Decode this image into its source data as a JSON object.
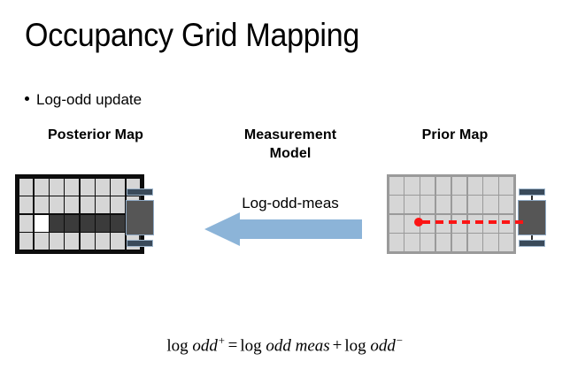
{
  "slide": {
    "title": "Occupancy Grid Mapping",
    "bullet": {
      "marker": "bullet-dot",
      "text": "Log-odd update"
    }
  },
  "headings": {
    "posterior": "Posterior Map",
    "measurement_line1": "Measurement",
    "measurement_line2": "Model",
    "prior": "Prior Map"
  },
  "arrow": {
    "label": "Log-odd-meas",
    "direction": "left",
    "color": "#8cb4d8"
  },
  "posterior_map": {
    "columns": 8,
    "rows": 4,
    "border_color": "#0d0d0d",
    "unknown_color": "#d6d6d6",
    "free_color": "#ffffff",
    "occupied_color": "#3b3b3b",
    "cells": [
      [
        "unknown",
        "unknown",
        "unknown",
        "unknown",
        "unknown",
        "unknown",
        "unknown",
        "unknown"
      ],
      [
        "unknown",
        "unknown",
        "unknown",
        "unknown",
        "unknown",
        "unknown",
        "unknown",
        "unknown"
      ],
      [
        "unknown",
        "free",
        "occ",
        "occ",
        "occ",
        "occ",
        "occ",
        "occ"
      ],
      [
        "unknown",
        "unknown",
        "unknown",
        "unknown",
        "unknown",
        "unknown",
        "unknown",
        "unknown"
      ]
    ]
  },
  "prior_map": {
    "columns": 8,
    "rows": 4,
    "grid_line_color": "#9a9a9a",
    "unknown_color": "#d6d6d6",
    "cells": [
      [
        "unknown",
        "unknown",
        "unknown",
        "unknown",
        "unknown",
        "unknown",
        "unknown",
        "unknown"
      ],
      [
        "unknown",
        "unknown",
        "unknown",
        "unknown",
        "unknown",
        "unknown",
        "unknown",
        "unknown"
      ],
      [
        "unknown",
        "unknown",
        "unknown",
        "unknown",
        "unknown",
        "unknown",
        "unknown",
        "unknown"
      ],
      [
        "unknown",
        "unknown",
        "unknown",
        "unknown",
        "unknown",
        "unknown",
        "unknown",
        "unknown"
      ]
    ],
    "ray": {
      "color": "#fb1414",
      "style": "dashed",
      "origin_cell": [
        3,
        2
      ],
      "end_cell": [
        3,
        8
      ]
    }
  },
  "robot": {
    "body_color": "#565656",
    "body_border_color": "#8fa9c4",
    "wheel_color": "#3a4a5a"
  },
  "formula": {
    "lhs_fn": "log",
    "lhs_var": "odd",
    "lhs_sup": "+",
    "equals": "=",
    "mid_fn": "log",
    "mid_var": "odd meas",
    "plus": "+",
    "rhs_fn": "log",
    "rhs_var": "odd",
    "rhs_sup": "−",
    "plain_text": "log odd+ = log odd meas + log odd−"
  }
}
